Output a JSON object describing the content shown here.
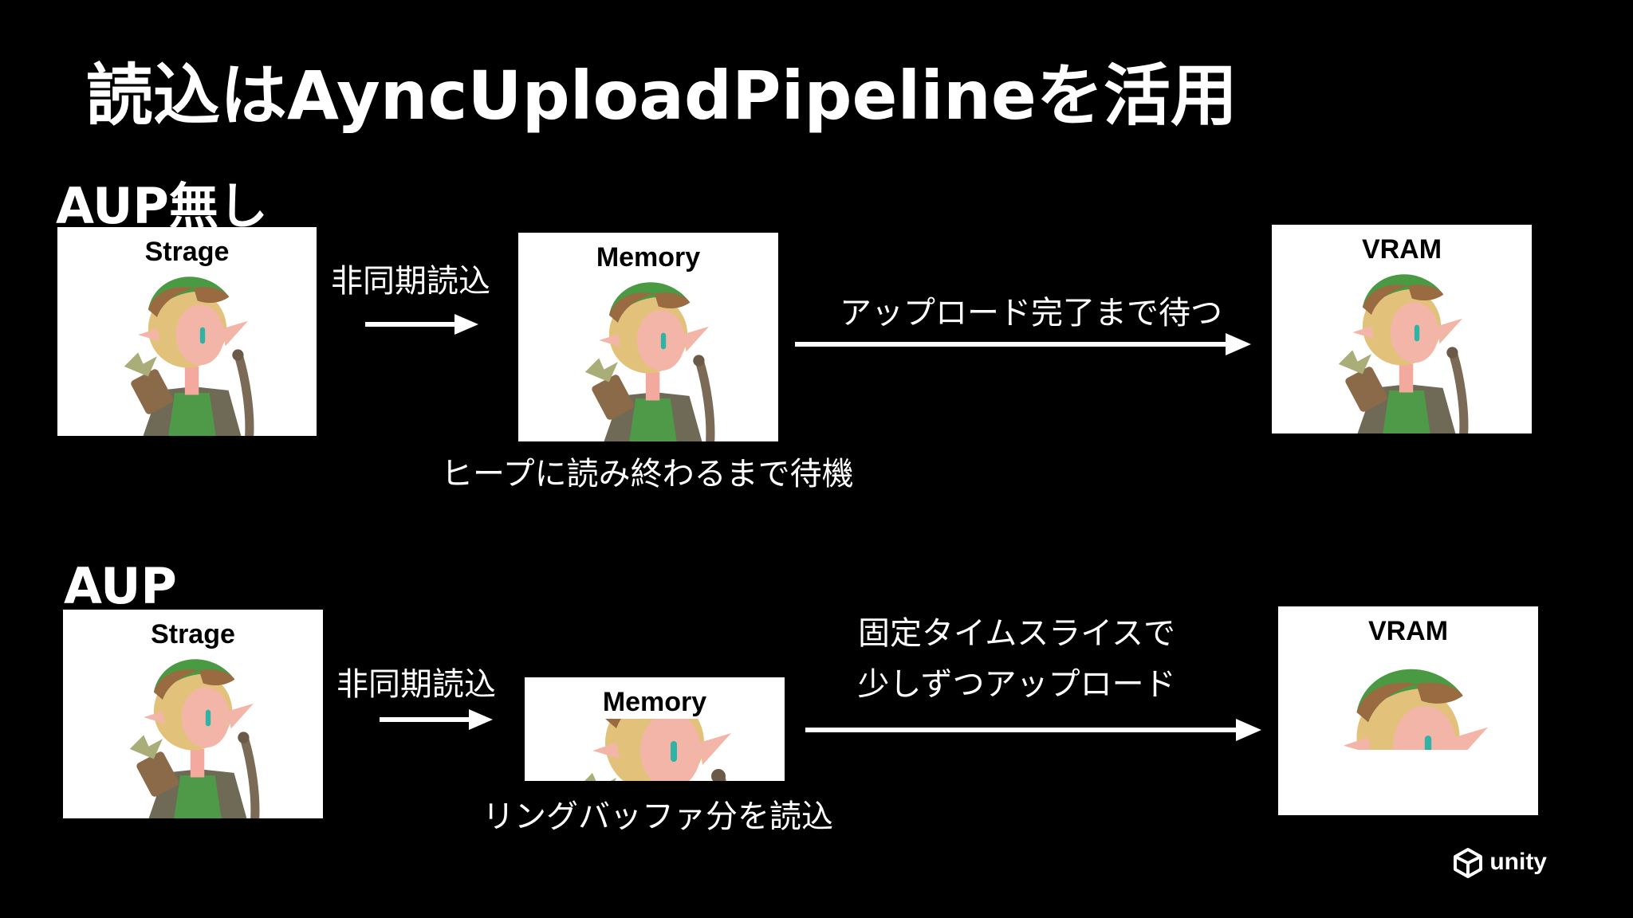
{
  "title": "読込はAyncUploadPipelineを活用",
  "no_aup": {
    "heading": "AUP無し",
    "storage_label": "Strage",
    "memory_label": "Memory",
    "vram_label": "VRAM",
    "step1": "非同期読込",
    "step2": "アップロード完了まで待つ",
    "note": "ヒープに読み終わるまで待機"
  },
  "aup": {
    "heading": "AUP",
    "storage_label": "Strage",
    "memory_label": "Memory",
    "vram_label": "VRAM",
    "step1": "非同期読込",
    "step2_line1": "固定タイムスライスで",
    "step2_line2": "少しずつアップロード",
    "note": "リングバッファ分を読込"
  },
  "logo": {
    "icon": "unity-logo-icon",
    "text": "unity"
  }
}
